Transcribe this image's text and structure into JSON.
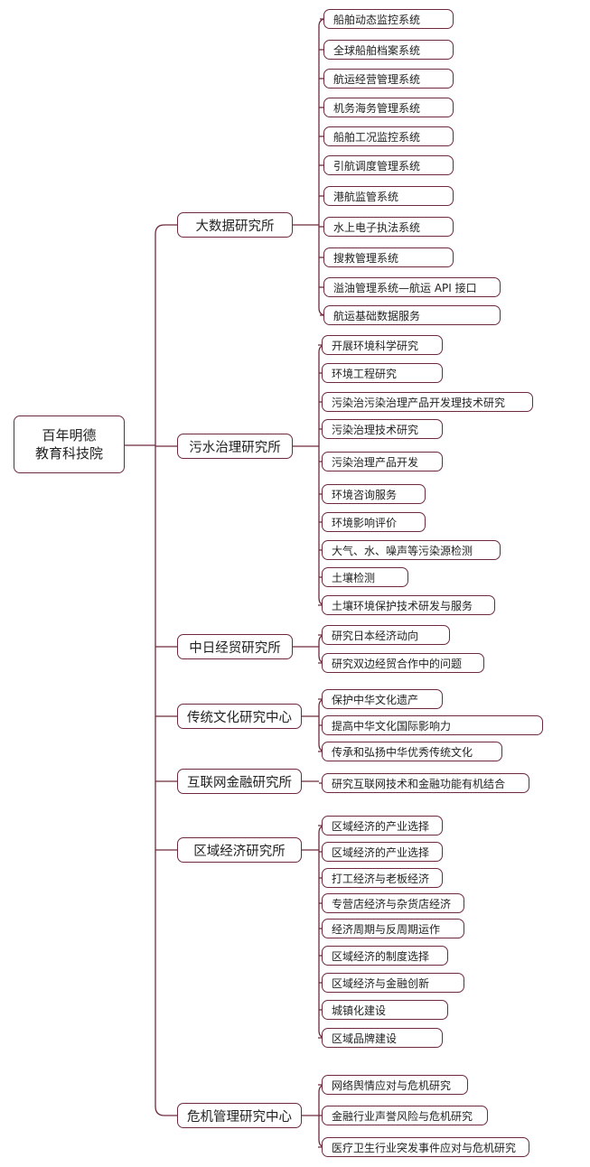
{
  "mindmap": {
    "root": {
      "line1": "百年明德",
      "line2": "教育科技院"
    },
    "branches": [
      {
        "label": "大数据研究所",
        "items": [
          "船舶动态监控系统",
          "全球船舶档案系统",
          "航运经营管理系统",
          "机务海务管理系统",
          "船舶工况监控系统",
          "引航调度管理系统",
          "港航监管系统",
          "水上电子执法系统",
          "搜救管理系统",
          "溢油管理系统—航运 API 接口",
          "航运基础数据服务"
        ]
      },
      {
        "label": "污水治理研究所",
        "items": [
          "开展环境科学研究",
          "环境工程研究",
          "污染治污染治理产品开发理技术研究",
          "污染治理技术研究",
          "污染治理产品开发",
          "环境咨询服务",
          "环境影响评价",
          "大气、水、噪声等污染源检测",
          "土壤检测",
          "土壤环境保护技术研发与服务"
        ]
      },
      {
        "label": "中日经贸研究所",
        "items": [
          "研究日本经济动向",
          "研究双边经贸合作中的问题"
        ]
      },
      {
        "label": "传统文化研究中心",
        "items": [
          "保护中华文化遗产",
          "提高中华文化国际影响力",
          "传承和弘扬中华优秀传统文化"
        ]
      },
      {
        "label": "互联网金融研究所",
        "items": [
          "研究互联网技术和金融功能有机结合"
        ]
      },
      {
        "label": "区域经济研究所",
        "items": [
          "区域经济的产业选择",
          "区域经济的产业选择",
          "打工经济与老板经济",
          "专营店经济与杂货店经济",
          "经济周期与反周期运作",
          "区域经济的制度选择",
          "区域经济与金融创新",
          "城镇化建设",
          "区域品牌建设"
        ]
      },
      {
        "label": "危机管理研究中心",
        "items": [
          "网络舆情应对与危机研究",
          "金融行业声誉风险与危机研究",
          "医疗卫生行业突发事件应对与危机研究"
        ]
      }
    ]
  }
}
